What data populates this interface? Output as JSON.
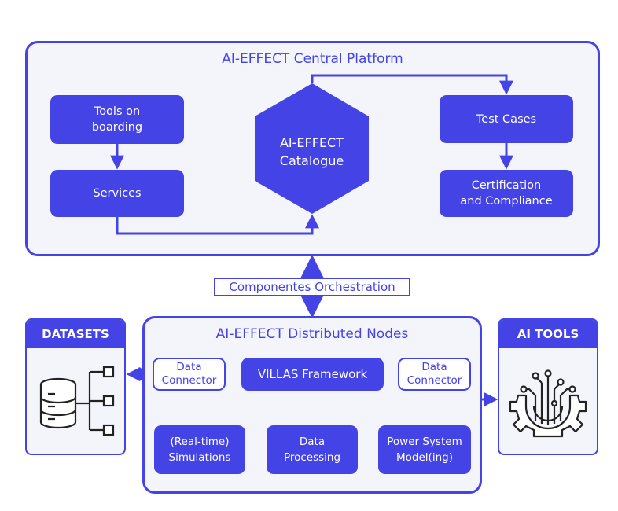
{
  "central_platform": {
    "title": "AI-EFFECT Central Platform",
    "nodes": {
      "tools_onboarding": "Tools on\nboarding",
      "services": "Services",
      "catalogue": "AI-EFFECT\nCatalogue",
      "test_cases": "Test Cases",
      "certification": "Certification\nand Compliance"
    }
  },
  "orchestration": {
    "label": "Componentes Orchestration"
  },
  "distributed_nodes": {
    "title": "AI-EFFECT Distributed Nodes",
    "data_connector_left": "Data\nConnector",
    "data_connector_right": "Data\nConnector",
    "villas": "VILLAS Framework",
    "simulations": "(Real-time)\nSimulations",
    "data_processing": "Data\nProcessing",
    "power_system": "Power System\nModel(ing)"
  },
  "datasets": {
    "title": "DATASETS",
    "icon": "database-icon"
  },
  "ai_tools": {
    "title": "AI TOOLS",
    "icon": "ai-gear-circuit-icon"
  },
  "colors": {
    "accent": "#4343e6",
    "panel_bg": "#f4f4fb"
  }
}
